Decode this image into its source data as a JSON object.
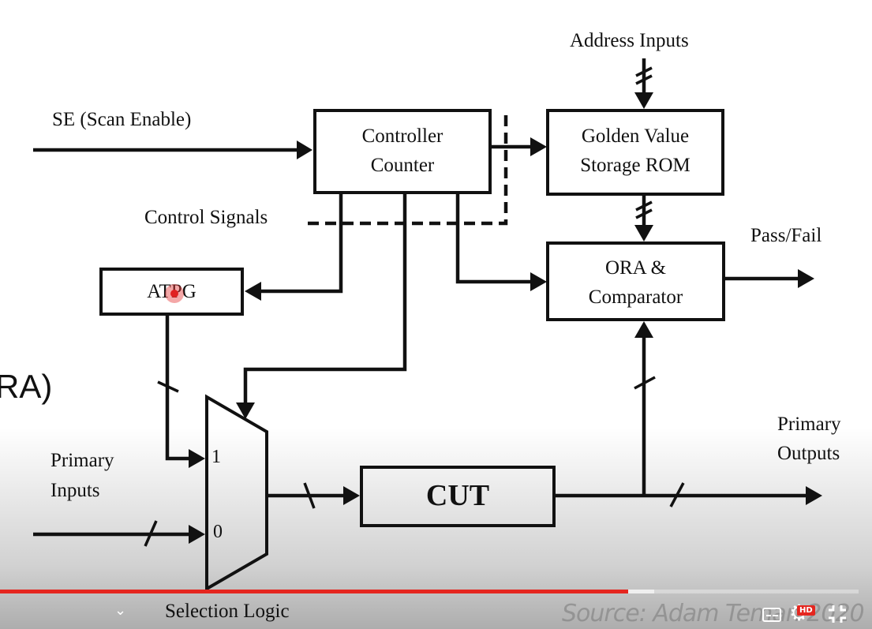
{
  "slide": {
    "fragment_text": "RA)"
  },
  "diagram": {
    "labels": {
      "address_inputs": "Address Inputs",
      "scan_enable": "SE (Scan Enable)",
      "control_signals": "Control Signals",
      "pass_fail": "Pass/Fail",
      "primary_inputs_1": "Primary",
      "primary_inputs_2": "Inputs",
      "primary_outputs_1": "Primary",
      "primary_outputs_2": "Outputs",
      "selection_logic": "Selection Logic",
      "mux_in_1": "1",
      "mux_in_0": "0"
    },
    "boxes": {
      "controller_1": "Controller",
      "controller_2": "Counter",
      "golden_1": "Golden Value",
      "golden_2": "Storage ROM",
      "ora_1": "ORA &",
      "ora_2": "Comparator",
      "atpg": "ATPG",
      "cut": "CUT"
    }
  },
  "player": {
    "progress": 0.732,
    "buffered": 0.762,
    "progress_color": "#e5261f",
    "source_text": "Source: Adam Teman 2020",
    "chevron_icon": "chevron-down-icon",
    "hd_badge": "HD"
  }
}
